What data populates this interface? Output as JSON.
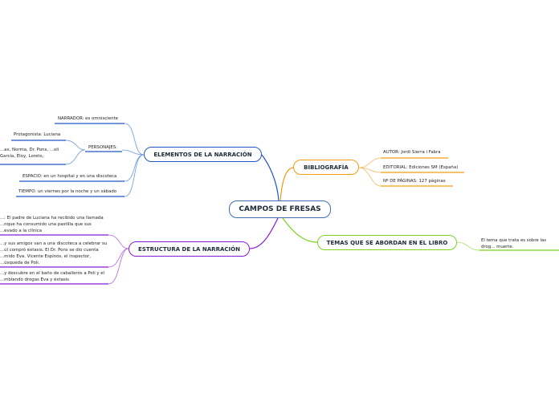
{
  "central": "CAMPOS DE FRESAS",
  "colors": {
    "elementos": "#1f56c8",
    "bibliografia": "#f39c12",
    "temas": "#7ed321",
    "estructura": "#8a1ad6"
  },
  "elementos": {
    "title": "ELEMENTOS DE LA NARRACIÓN",
    "narrador": "NARRADOR: es omnisciente",
    "personajes": "PERSONAJES:",
    "protagonista": "Protagonista: Luciana",
    "secundarios": "...ax, Norma, Dr. Pons, ...oli García, Eloy, Loreto,",
    "espacio": "ESPACIO: en un hospital y en una discoteca",
    "tiempo": "TIEMPO: un viernes por la noche y un sábado"
  },
  "bibliografia": {
    "title": "BIBLIOGRAFÍA",
    "autor": "AUTOR: Jordi Sierra i Fabra",
    "editorial": "EDITORIAL: Ediciones SM (España)",
    "paginas": "Nº DE PÁGINAS: 127 páginas"
  },
  "temas": {
    "title": "TEMAS QUE SE ABORDAN EN EL LIBRO",
    "tema": "El tema que trata es sobre las drog... muerte."
  },
  "estructura": {
    "title": "ESTRUCTURA DE LA NARRACIÓN",
    "item1": "...: El padre de Luciana ha recibido una llamada ...nque ha consumido una pastilla que sus ...evado a la clínica",
    "item2": "...y sus amigos van a una discoteca a celebrar su ...úl compró éxtasis. El Dr. Pons se dio cuenta ...mido Eva. Vicente Espinós, el inspector, ...úsqueda de Poli.",
    "item3": "...y descubre en el baño de caballeros a Poli y el ...mbiando drogas Eva y éxtasis"
  }
}
